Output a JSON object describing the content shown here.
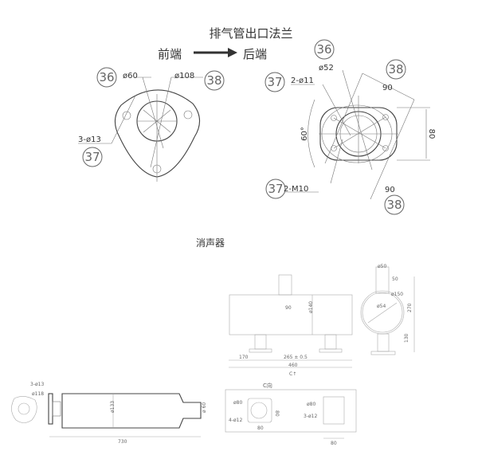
{
  "flange_section": {
    "title": "排气管出口法兰",
    "front_label": "前端",
    "rear_label": "后端",
    "left_view": {
      "callouts": [
        "36",
        "38",
        "37"
      ],
      "labels": {
        "inner_dia": "ø60",
        "outer_dia": "ø108",
        "holes": "3-ø13"
      }
    },
    "right_view": {
      "callouts": [
        "36",
        "38",
        "37",
        "37",
        "38"
      ],
      "labels": {
        "bore": "ø52",
        "holes": "2-ø11",
        "threads": "2-M10",
        "dim_top": "90",
        "dim_bottom": "90",
        "dim_height": "80",
        "angle": "60°"
      }
    }
  },
  "muffler_section": {
    "title": "消声器",
    "side_view": {
      "dims": [
        "90",
        "ø140",
        "170",
        "265 ± 0.5",
        "460",
        "C↑"
      ]
    },
    "end_view": {
      "dims": [
        "ø50",
        "50",
        "ø54",
        "ø150",
        "270",
        "130"
      ]
    },
    "small_end_view": {
      "dims": [
        "3-ø13",
        "ø118"
      ]
    },
    "long_view": {
      "dims": [
        "ø133",
        "ø 60",
        "730"
      ]
    },
    "c_view": {
      "title": "C向",
      "dims": [
        "ø80",
        "4-ø12",
        "80",
        "80",
        "ø80",
        "3-ø12",
        "80"
      ]
    }
  }
}
